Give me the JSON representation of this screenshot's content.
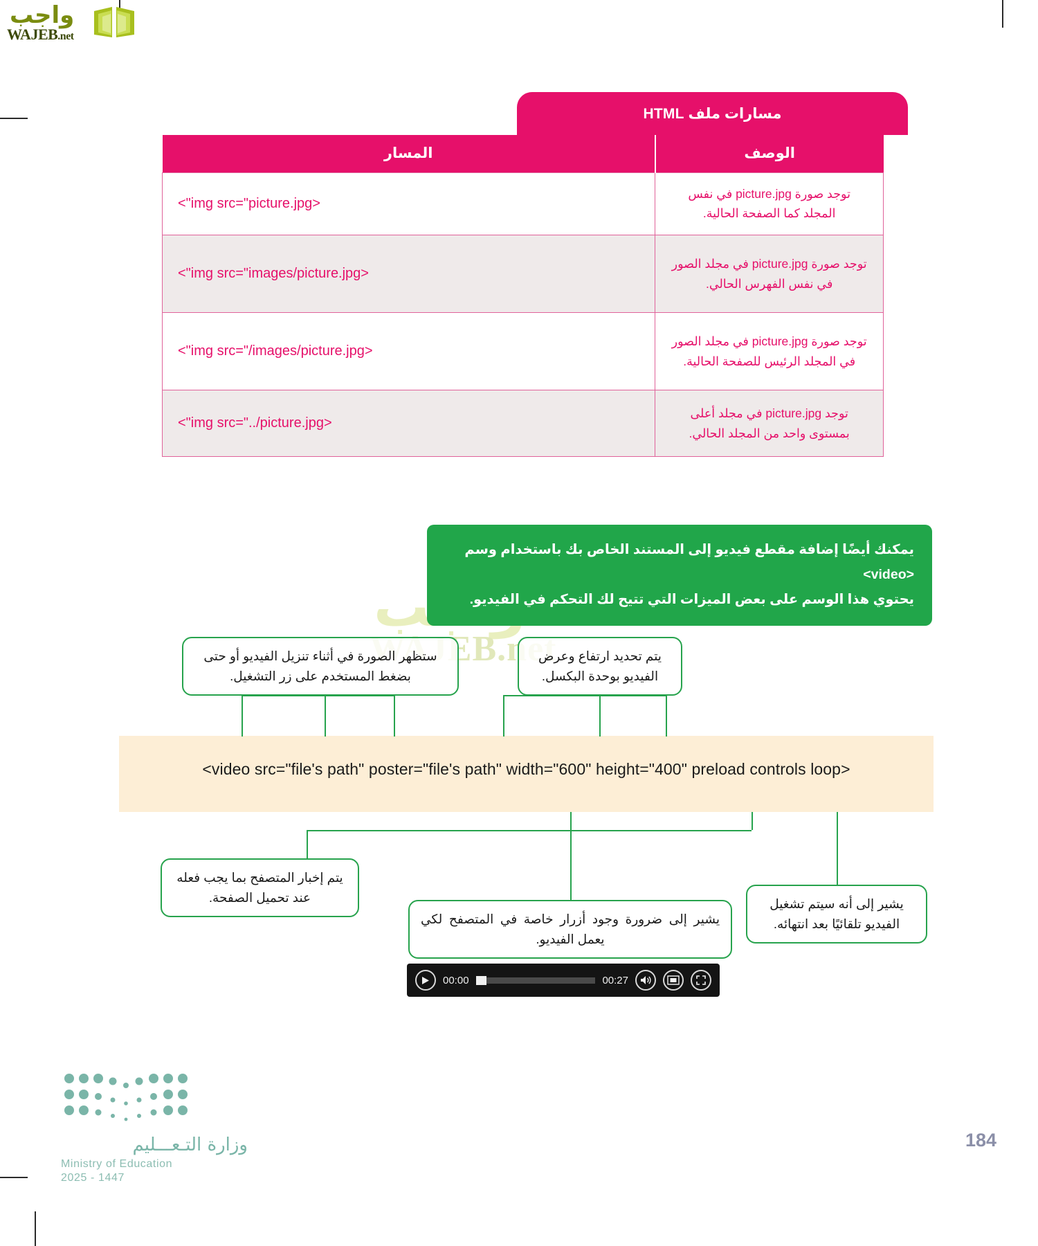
{
  "branding": {
    "site_logo_arabic": "واجب",
    "site_logo_latin": "WAJEB",
    "site_logo_tld": ".net",
    "watermark_arabic": "واجب",
    "watermark_latin": "WAJEB.net"
  },
  "table": {
    "title": "مسارات ملف HTML",
    "headers": {
      "path": "المسار",
      "description": "الوصف"
    },
    "rows": [
      {
        "path": "<\"img src=\"picture.jpg>",
        "description": "توجد صورة picture.jpg في نفس المجلد كما الصفحة الحالية."
      },
      {
        "path": "<\"img src=\"images/picture.jpg>",
        "description": "توجد صورة picture.jpg في مجلد الصور في نفس الفهرس الحالي."
      },
      {
        "path": "<\"img src=\"/images/picture.jpg>",
        "description": "توجد صورة picture.jpg في مجلد الصور في المجلد الرئيس للصفحة الحالية."
      },
      {
        "path": "<\"img src=\"../picture.jpg>",
        "description": "توجد picture.jpg في مجلد أعلى بمستوى واحد من المجلد الحالي."
      }
    ]
  },
  "info_callout": {
    "line1": "يمكنك أيضًا إضافة مقطع فيديو إلى المستند الخاص بك باستخدام وسم <video>",
    "line2": "يحتوي هذا الوسم على بعض الميزات التي تتيح لك التحكم في الفيديو."
  },
  "diagram": {
    "code_line": "<video src=\"file's path\" poster=\"file's path\" width=\"600\" height=\"400\" preload controls loop>",
    "notes": {
      "poster": "ستظهر الصورة في أثناء تنزيل الفيديو أو حتى بضغط المستخدم على زر التشغيل.",
      "size": "يتم تحديد ارتفاع وعرض الفيديو بوحدة البكسل.",
      "preload": "يتم إخبار المتصفح بما يجب فعله عند تحميل الصفحة.",
      "controls": "يشير إلى ضرورة وجود أزرار خاصة في المتصفح لكي يعمل الفيديو.",
      "loop": "يشير إلى أنه سيتم تشغيل الفيديو تلقائيًا بعد انتهائه."
    }
  },
  "video_player": {
    "current_time": "00:00",
    "total_time": "00:27",
    "play_icon": "play-icon",
    "volume_icon": "volume-icon",
    "pip_icon": "picture-in-picture-icon",
    "fullscreen_icon": "fullscreen-icon"
  },
  "footer": {
    "ministry_arabic": "وزارة التـعـــليم",
    "ministry_english": "Ministry of Education",
    "year": "2025 - 1447",
    "page_number": "184"
  },
  "colors": {
    "pink": "#e6106a",
    "green": "#21a64a",
    "code_band": "#fdeed6",
    "row_alt": "#efeaea",
    "teal": "#7ab5a8"
  }
}
